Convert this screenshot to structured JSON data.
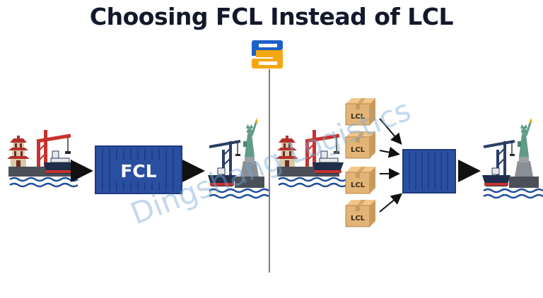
{
  "title": "Choosing FCL Instead of LCL",
  "fcl_label": "FCL",
  "lcl_label": "LCL",
  "watermark": "Dingshang Logistics",
  "colors": {
    "title": "#13192b",
    "container": "#2a4fa0",
    "container_dark": "#1f3b80",
    "crane_red": "#c8322d",
    "crane_navy": "#2a3e66",
    "box_tan": "#e3b477",
    "statue_green": "#5f9b86",
    "water": "#1f4f9c",
    "logo_blue": "#1f5fc8",
    "logo_orange": "#f3a712"
  },
  "icons": [
    "logo-icon",
    "origin-port-icon",
    "destination-port-icon",
    "arrow-right-icon",
    "cargo-box-icon",
    "shipping-container-icon"
  ]
}
